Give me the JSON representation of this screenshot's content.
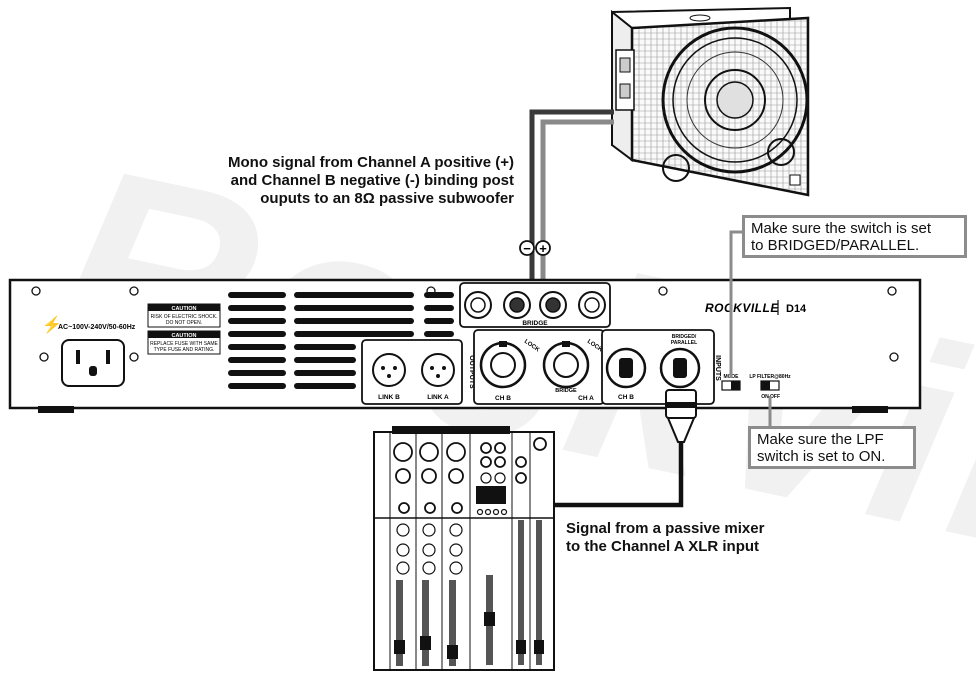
{
  "watermark": "Rockville",
  "callouts": {
    "mono_signal": [
      "Mono signal from Channel A positive (+)",
      "and Channel B negative (-) binding post",
      "ouputs to an 8Ω passive subwoofer"
    ],
    "mode_switch": [
      "Make sure the switch is set",
      "to BRIDGED/PARALLEL."
    ],
    "lpf_switch": [
      "Make sure the LPF",
      "switch is set to ON."
    ],
    "mixer_signal": [
      "Signal from a passive mixer",
      "to the Channel A XLR input"
    ]
  },
  "polarity": {
    "negative": "−",
    "positive": "+"
  },
  "amp": {
    "brand": "ROCKVILLE",
    "model": "D14",
    "power_label": "AC~100V-240V/50-60Hz",
    "caution1_title": "CAUTION",
    "caution1_text": [
      "RISK OF ELECTRIC SHOCK.",
      "DO NOT OPEN."
    ],
    "caution2_title": "CAUTION",
    "caution2_text": [
      "REPLACE FUSE WITH SAME",
      "TYPE FUSE AND RATING."
    ],
    "link_b": "LINK B",
    "link_a": "LINK A",
    "outputs": "OUTPUTS",
    "inputs": "INPUTS",
    "ch_b": "CH B",
    "ch_a": "CH A",
    "bridge": "BRIDGE",
    "lock": "LOCK",
    "input_ch_b": "CH B",
    "bridged_parallel": [
      "BRIDGED/",
      "PARALLEL"
    ],
    "mode": "MODE",
    "lp_filter": "LP FILTER@80Hz",
    "on": "ON",
    "off": "OFF"
  },
  "colors": {
    "cable_dark": "#3a3a3a",
    "cable_grey": "#8a8a8a",
    "box_border": "#8c8c8c",
    "accent": "#111111"
  }
}
